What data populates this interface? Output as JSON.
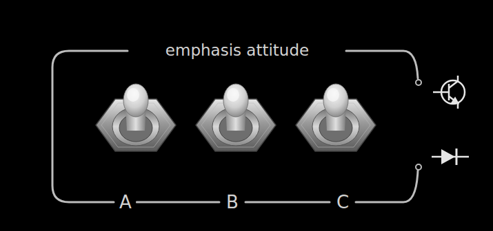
{
  "diagram": {
    "labels": [
      "emphasis attitude",
      "A",
      "B",
      "C"
    ]
  }
}
